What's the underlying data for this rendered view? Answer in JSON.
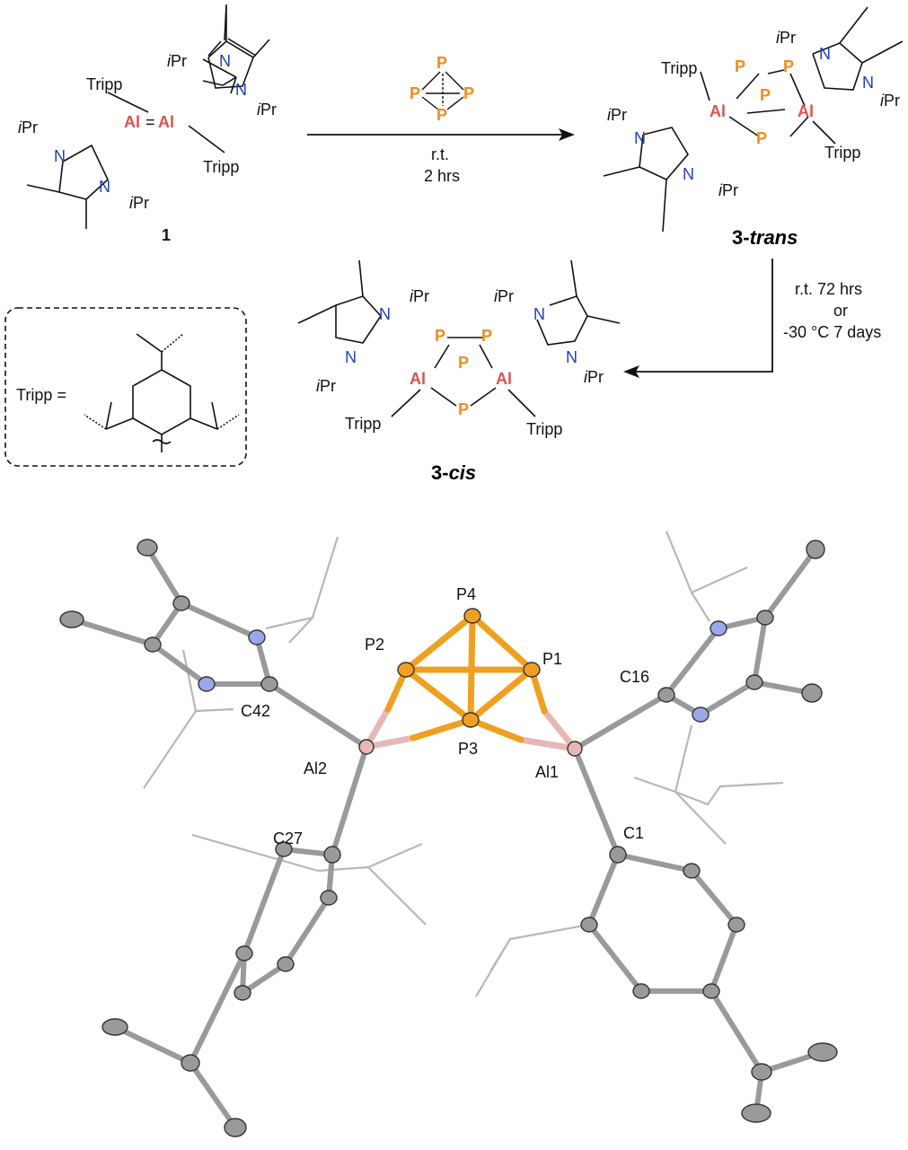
{
  "scheme": {
    "compound_1": {
      "label": "1",
      "al_left": "Al",
      "al_right": "Al",
      "tripp_top": "Tripp",
      "tripp_bottom": "Tripp",
      "ipr_a": "Pr",
      "ipr_b": "Pr",
      "ipr_c": "Pr",
      "ipr_d": "Pr",
      "ipr_prefix": "i",
      "n": "N"
    },
    "reagent": {
      "p_atom": "P",
      "conditions_line1": "r.t.",
      "conditions_line2": "2 hrs"
    },
    "compound_trans": {
      "label_prefix": "3-",
      "label_suffix": "trans",
      "al": "Al",
      "p": "P",
      "tripp": "Tripp"
    },
    "conversion": {
      "line1": "r.t. 72 hrs",
      "line2": "or",
      "line3": "-30 °C 7 days"
    },
    "compound_cis": {
      "label_prefix": "3-",
      "label_suffix": "cis",
      "al": "Al",
      "p": "P",
      "tripp": "Tripp"
    },
    "tripp_box": {
      "label": "Tripp ="
    }
  },
  "crystal_structure": {
    "atom_labels": [
      "P4",
      "P2",
      "P1",
      "C16",
      "C42",
      "P3",
      "Al2",
      "Al1",
      "C27",
      "C1"
    ],
    "colors": {
      "phosphorus": "#f0a020",
      "aluminium": "#e6b8b5",
      "carbon": "#9a9a9a",
      "nitrogen": "#9aa7e8",
      "wire": "#b0b0b0"
    }
  }
}
